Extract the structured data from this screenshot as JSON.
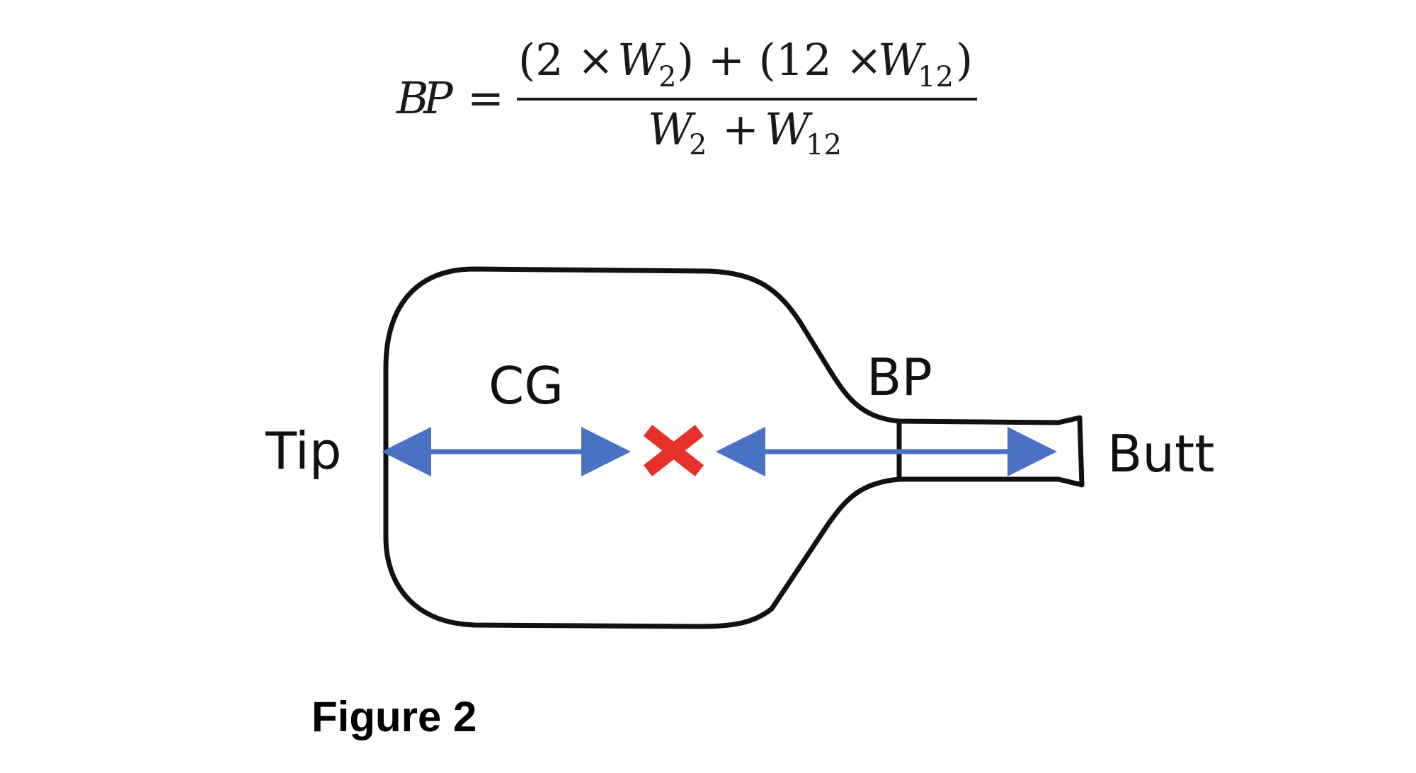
{
  "formula": {
    "lhs_b": "B",
    "lhs_p": "P",
    "equals": "=",
    "num_open1": "(2 ×",
    "num_w": "W",
    "num_sub2": "2",
    "num_mid": ") + (12 ×",
    "num_w2": "W",
    "num_sub12": "12",
    "num_close": ")",
    "den_w": "W",
    "den_sub2": "2",
    "den_plus": "+",
    "den_w2": "W",
    "den_sub12": "12"
  },
  "labels": {
    "tip": "Tip",
    "cg": "CG",
    "bp": "BP",
    "butt": "Butt",
    "figure": "Figure 2"
  },
  "colors": {
    "outline": "#111111",
    "arrow": "#4a72c4",
    "cross": "#e8302a"
  }
}
